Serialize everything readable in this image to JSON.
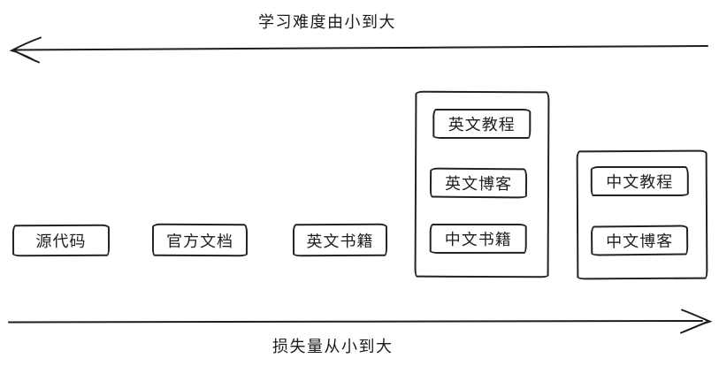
{
  "diagram": {
    "top_axis": {
      "label": "学习难度由小到大",
      "direction": "left"
    },
    "bottom_axis": {
      "label": "损失量从小到大",
      "direction": "right"
    },
    "standalone_boxes": [
      {
        "label": "源代码"
      },
      {
        "label": "官方文档"
      },
      {
        "label": "英文书籍"
      }
    ],
    "groups": [
      {
        "items": [
          {
            "label": "英文教程"
          },
          {
            "label": "英文博客"
          },
          {
            "label": "中文书籍"
          }
        ]
      },
      {
        "items": [
          {
            "label": "中文教程"
          },
          {
            "label": "中文博客"
          }
        ]
      }
    ]
  },
  "colors": {
    "stroke": "#1e1e1e",
    "background": "#ffffff"
  }
}
